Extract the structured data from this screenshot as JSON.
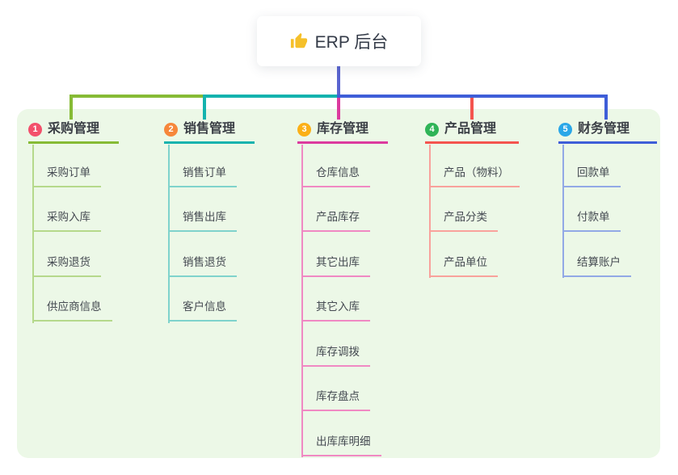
{
  "root": {
    "label": "ERP 后台",
    "icon": "thumbs-up-icon",
    "icon_color": "#f5c02a",
    "line_color": "#5a64d0"
  },
  "colors": {
    "panel_bg": "#ecf8e7",
    "root_text": "#333a47",
    "title_text": "#3b3f46",
    "child_text": "#454a52"
  },
  "branches": [
    {
      "index": "1",
      "title": "采购管理",
      "badge_color": "#f3506b",
      "line_color": "#86bb35",
      "child_line_color": "#b5d98b",
      "children": [
        "采购订单",
        "采购入库",
        "采购退货",
        "供应商信息"
      ]
    },
    {
      "index": "2",
      "title": "销售管理",
      "badge_color": "#f6873b",
      "line_color": "#14b3ae",
      "child_line_color": "#7fd3cc",
      "children": [
        "销售订单",
        "销售出库",
        "销售退货",
        "客户信息"
      ]
    },
    {
      "index": "3",
      "title": "库存管理",
      "badge_color": "#fbb017",
      "line_color": "#dc3a9e",
      "child_line_color": "#f089c3",
      "children": [
        "仓库信息",
        "产品库存",
        "其它出库",
        "其它入库",
        "库存调拨",
        "库存盘点",
        "出库库明细"
      ]
    },
    {
      "index": "4",
      "title": "产品管理",
      "badge_color": "#2fb457",
      "line_color": "#f4544e",
      "child_line_color": "#f9a29c",
      "children": [
        "产品（物料）",
        "产品分类",
        "产品单位"
      ]
    },
    {
      "index": "5",
      "title": "财务管理",
      "badge_color": "#2aa7e8",
      "line_color": "#3e5ed8",
      "child_line_color": "#92a9e6",
      "children": [
        "回款单",
        "付款单",
        "结算账户"
      ]
    }
  ]
}
